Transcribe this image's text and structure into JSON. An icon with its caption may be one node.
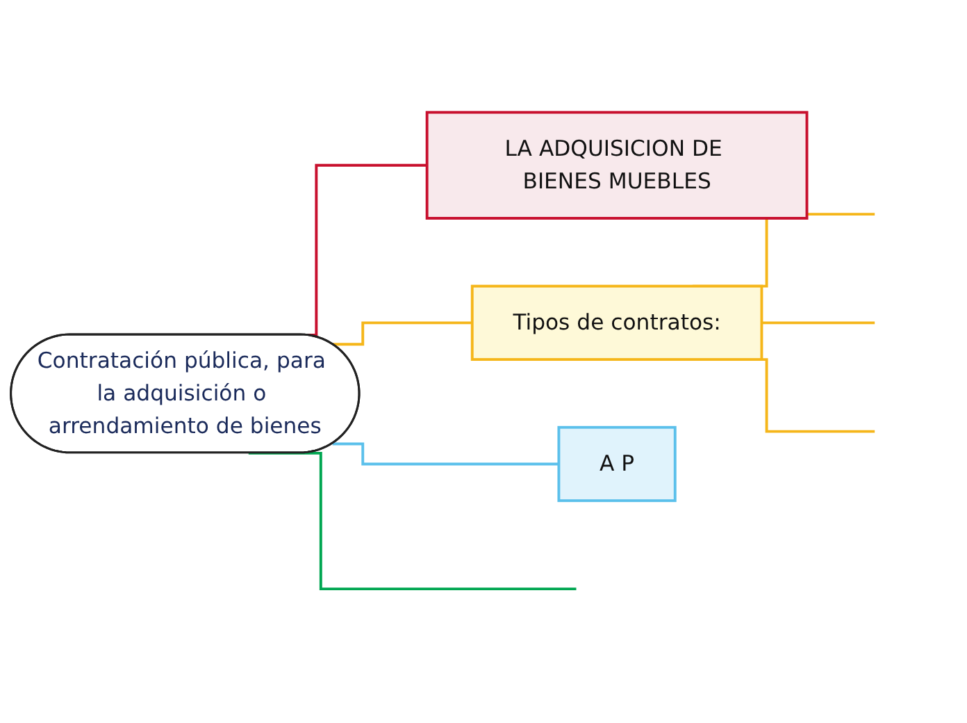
{
  "diagram": {
    "nodes": [
      {
        "text": [
          "Contratación pública, para la adquisición o arrendamiento de bienes"
        ]
      },
      {
        "text": [
          "LA ADQUISICION DE BIENES MUEBLES"
        ]
      },
      {
        "text": [
          "Tipos de contratos:"
        ]
      },
      {
        "text": [
          "A P"
        ]
      }
    ],
    "edges": [
      {
        "from": 0,
        "to": 1,
        "arrow": "none",
        "color": "#c8102e"
      },
      {
        "from": 0,
        "to": null,
        "arrow": "none",
        "color": "#00a651"
      },
      {
        "from": 0,
        "to": 2,
        "arrow": "none",
        "color": "#f5b61a"
      },
      {
        "from": 0,
        "to": 3,
        "arrow": "none",
        "color": "#5bc0eb"
      },
      {
        "from": 2,
        "to": null,
        "arrow": "none",
        "color": "#f5b61a"
      },
      {
        "from": 2,
        "to": null,
        "arrow": "none",
        "color": "#f5b61a"
      },
      {
        "from": 2,
        "to": null,
        "arrow": "none",
        "color": "#f5b61a"
      }
    ]
  }
}
